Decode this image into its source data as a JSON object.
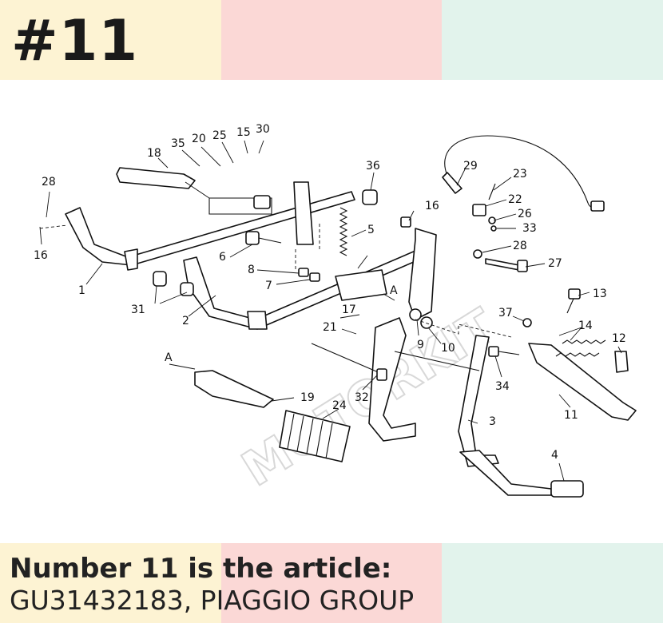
{
  "header": {
    "page_number": "#11",
    "colors": [
      "#fdf3d3",
      "#fbd8d6",
      "#e2f3ec"
    ]
  },
  "diagram": {
    "labels": [
      "1",
      "2",
      "3",
      "4",
      "5",
      "6",
      "7",
      "8",
      "9",
      "10",
      "11",
      "12",
      "13",
      "14",
      "15",
      "16",
      "16",
      "17",
      "18",
      "19",
      "20",
      "21",
      "22",
      "23",
      "24",
      "25",
      "26",
      "27",
      "28",
      "28",
      "29",
      "30",
      "31",
      "32",
      "33",
      "34",
      "35",
      "36",
      "37",
      "A",
      "A"
    ],
    "watermark": "MOTORKIT"
  },
  "footer": {
    "line1": "Number 11 is the article:",
    "line2": "GU31432183, PIAGGIO GROUP"
  }
}
